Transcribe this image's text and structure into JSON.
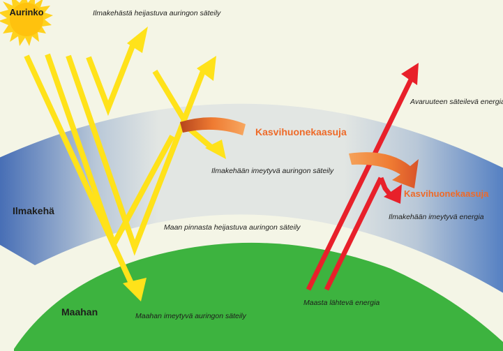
{
  "labels": {
    "sun": "Aurinko",
    "reflected_atmosphere": "Ilmakehästä heijastuva auringon säteily",
    "greenhouse_1": "Kasvihuonekaasuja",
    "absorbed_atmosphere": "Ilmakehään imeytyvä auringon säteily",
    "atmosphere": "Ilmakehä",
    "reflected_surface": "Maan pinnasta heijastuva auringon säteily",
    "earth": "Maahan",
    "absorbed_earth": "Maahan imeytyvä auringon säteily",
    "space_energy": "Avaruuteen säteilevä energia",
    "greenhouse_2": "Kasvihuonekaasuja",
    "atmosphere_energy": "Ilmakehään imeytyvä energia",
    "earth_energy": "Maasta lähtevä energia"
  },
  "colors": {
    "background": "#f4f5e6",
    "sun": "#ffd21e",
    "solar_arrows": "#ffe21a",
    "earth": "#3db33f",
    "atmosphere_light": "#dfe4e2",
    "atmosphere_dark": "#5a82c0",
    "heat_arrows": "#e8202a",
    "greenhouse_text": "#ee6a28"
  }
}
